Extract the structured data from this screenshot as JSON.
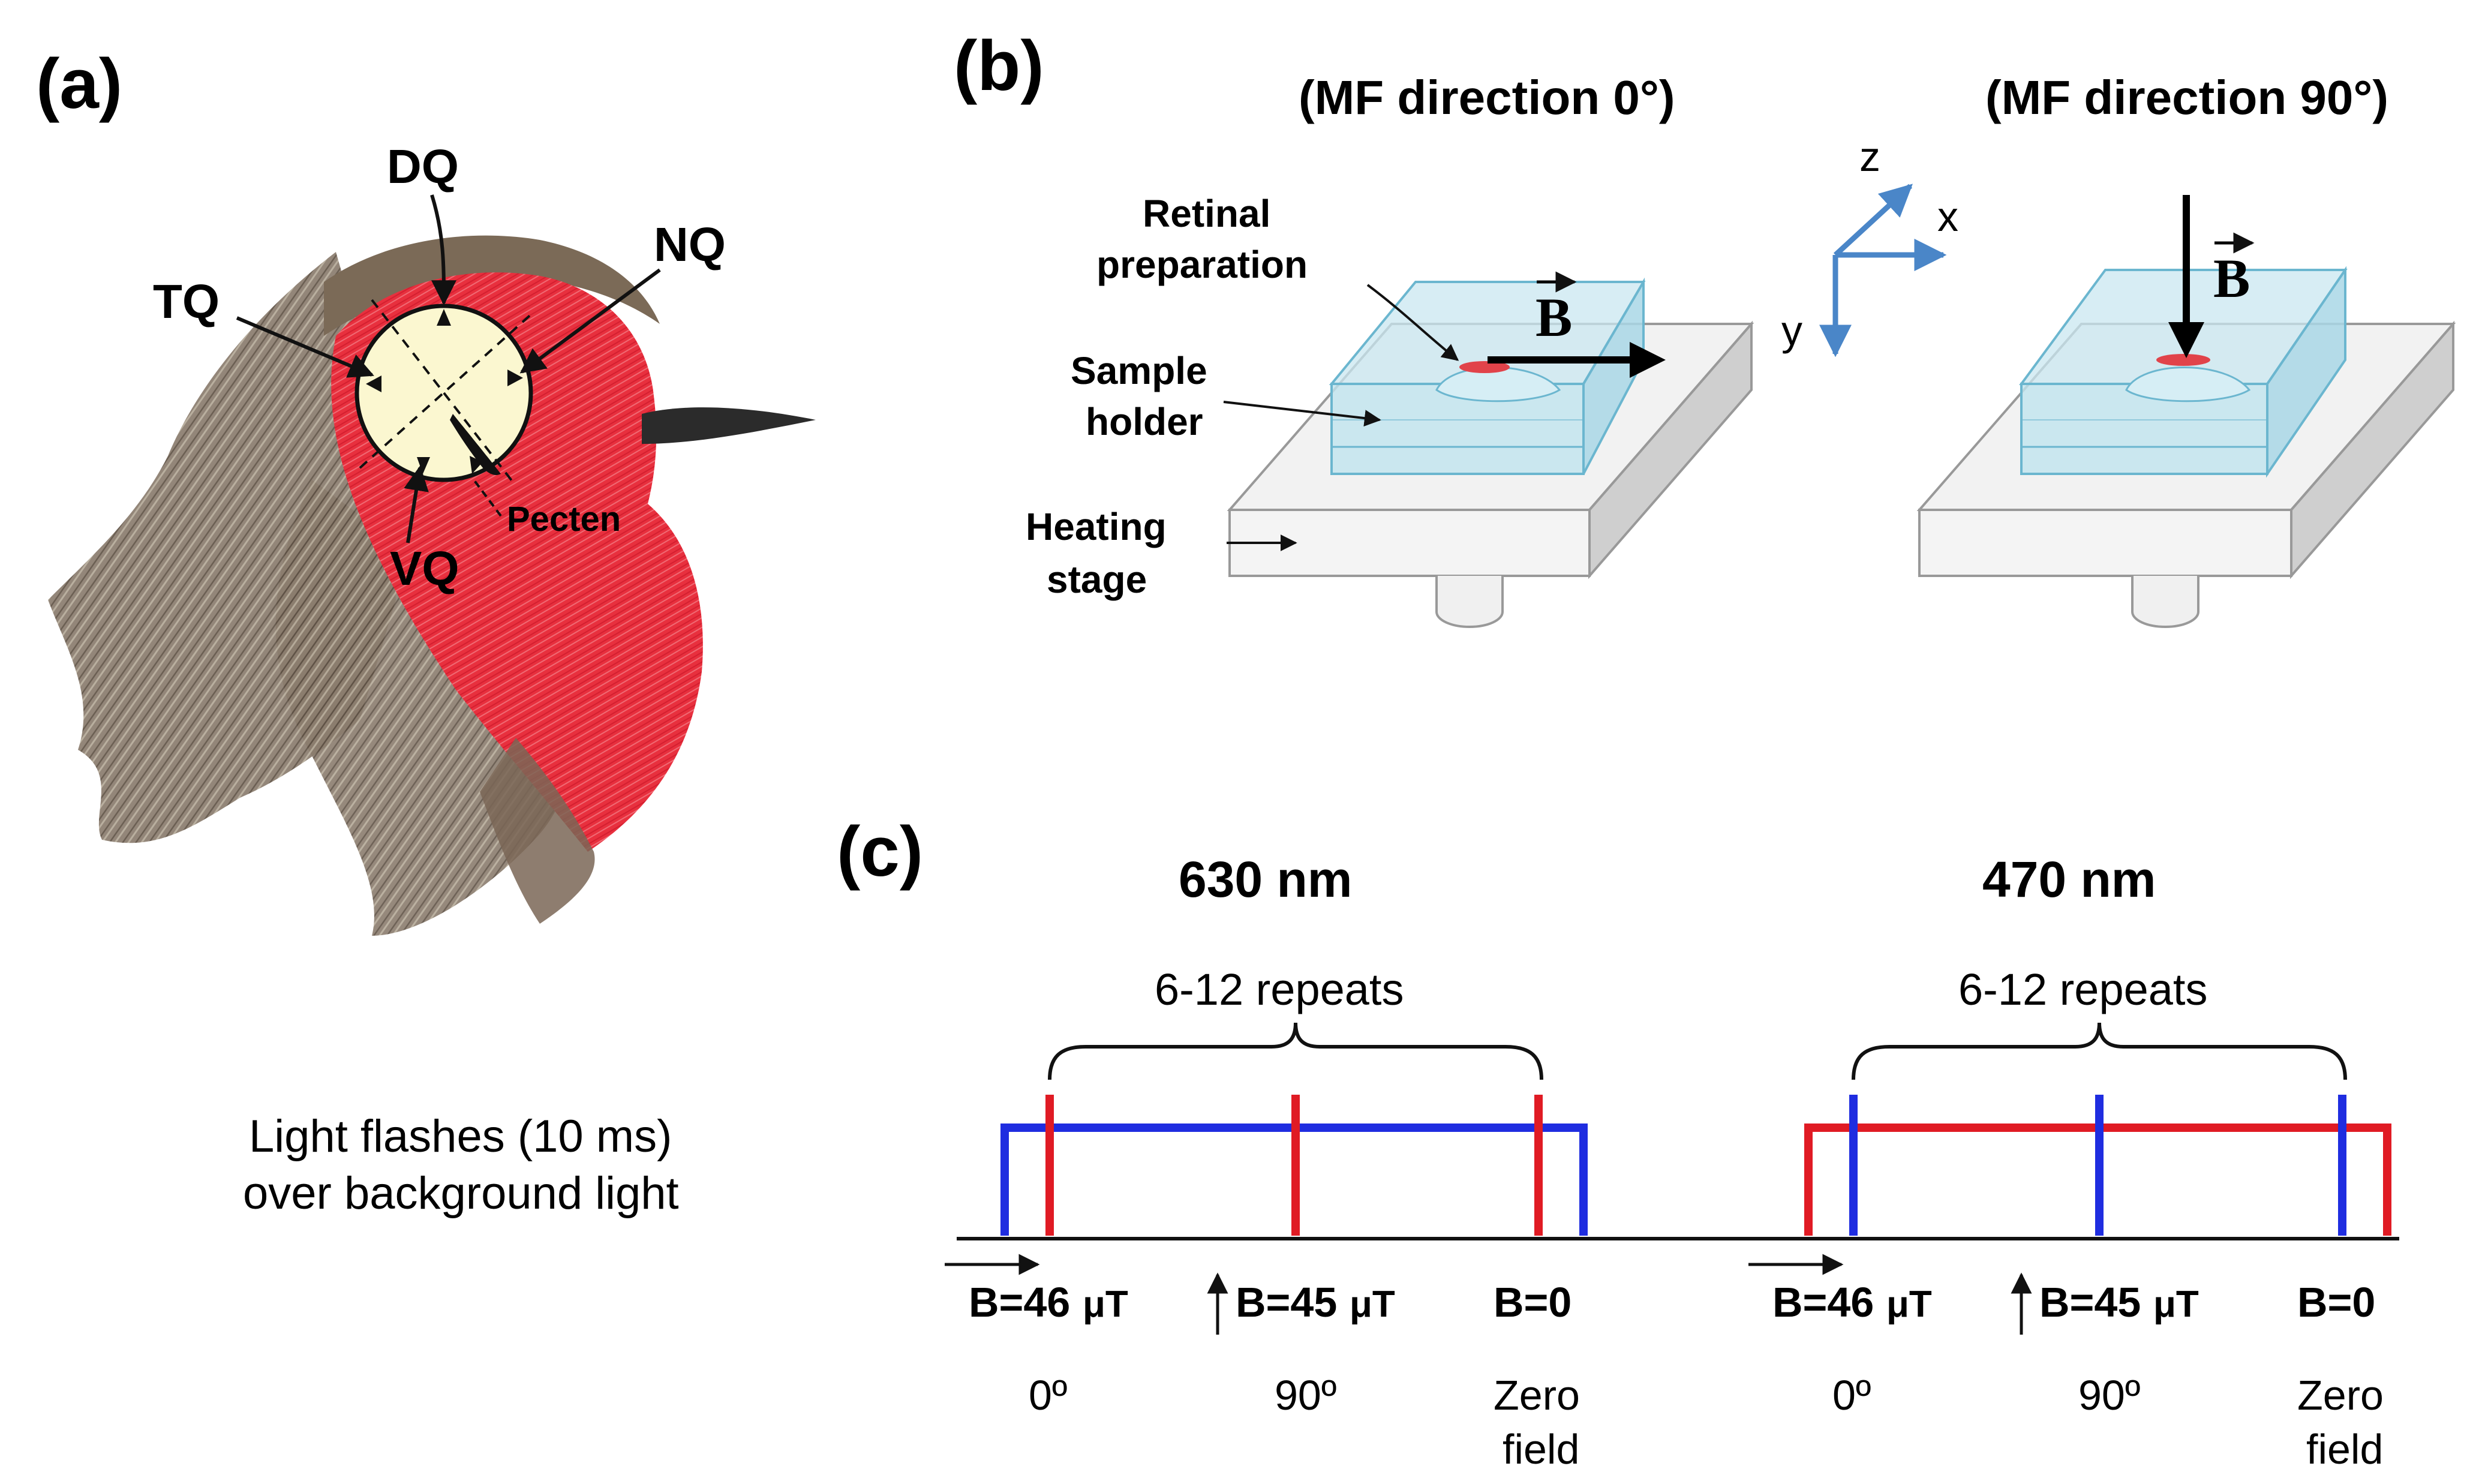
{
  "panels": {
    "a": {
      "label": "(a)",
      "quadrants": {
        "dq": "DQ",
        "nq": "NQ",
        "tq": "TQ",
        "vq": "VQ"
      },
      "pecten": "Pecten",
      "caption_line1": "Light flashes (10 ms)",
      "caption_line2": "over background light"
    },
    "b": {
      "label": "(b)",
      "title_left": "(MF direction 0°)",
      "title_right": "(MF direction 90°)",
      "labels": {
        "retinal_line1": "Retinal",
        "retinal_line2": "preparation",
        "sample_line1": "Sample",
        "sample_line2": "holder",
        "heating_line1": "Heating",
        "heating_line2": "stage"
      },
      "field_symbol": "B",
      "axes": {
        "x": "x",
        "y": "y",
        "z": "z"
      }
    },
    "c": {
      "label": "(c)",
      "groups": [
        {
          "wavelength": "630 nm",
          "repeats": "6-12 repeats",
          "background_color": "#1f2de0",
          "flash_color": "#e01b24",
          "conditions": [
            {
              "field": "B=46",
              "unit": "μT",
              "angle": "0º",
              "angle2": ""
            },
            {
              "field": "B=45",
              "unit": "μT",
              "angle": "90º",
              "angle2": ""
            },
            {
              "field": "B=0",
              "unit": "",
              "angle": "Zero",
              "angle2": "field"
            }
          ]
        },
        {
          "wavelength": "470 nm",
          "repeats": "6-12 repeats",
          "background_color": "#e01b24",
          "flash_color": "#1f2de0",
          "conditions": [
            {
              "field": "B=46",
              "unit": "μT",
              "angle": "0º",
              "angle2": ""
            },
            {
              "field": "B=45",
              "unit": "μT",
              "angle": "90º",
              "angle2": ""
            },
            {
              "field": "B=0",
              "unit": "",
              "angle": "Zero",
              "angle2": "field"
            }
          ]
        }
      ]
    }
  }
}
